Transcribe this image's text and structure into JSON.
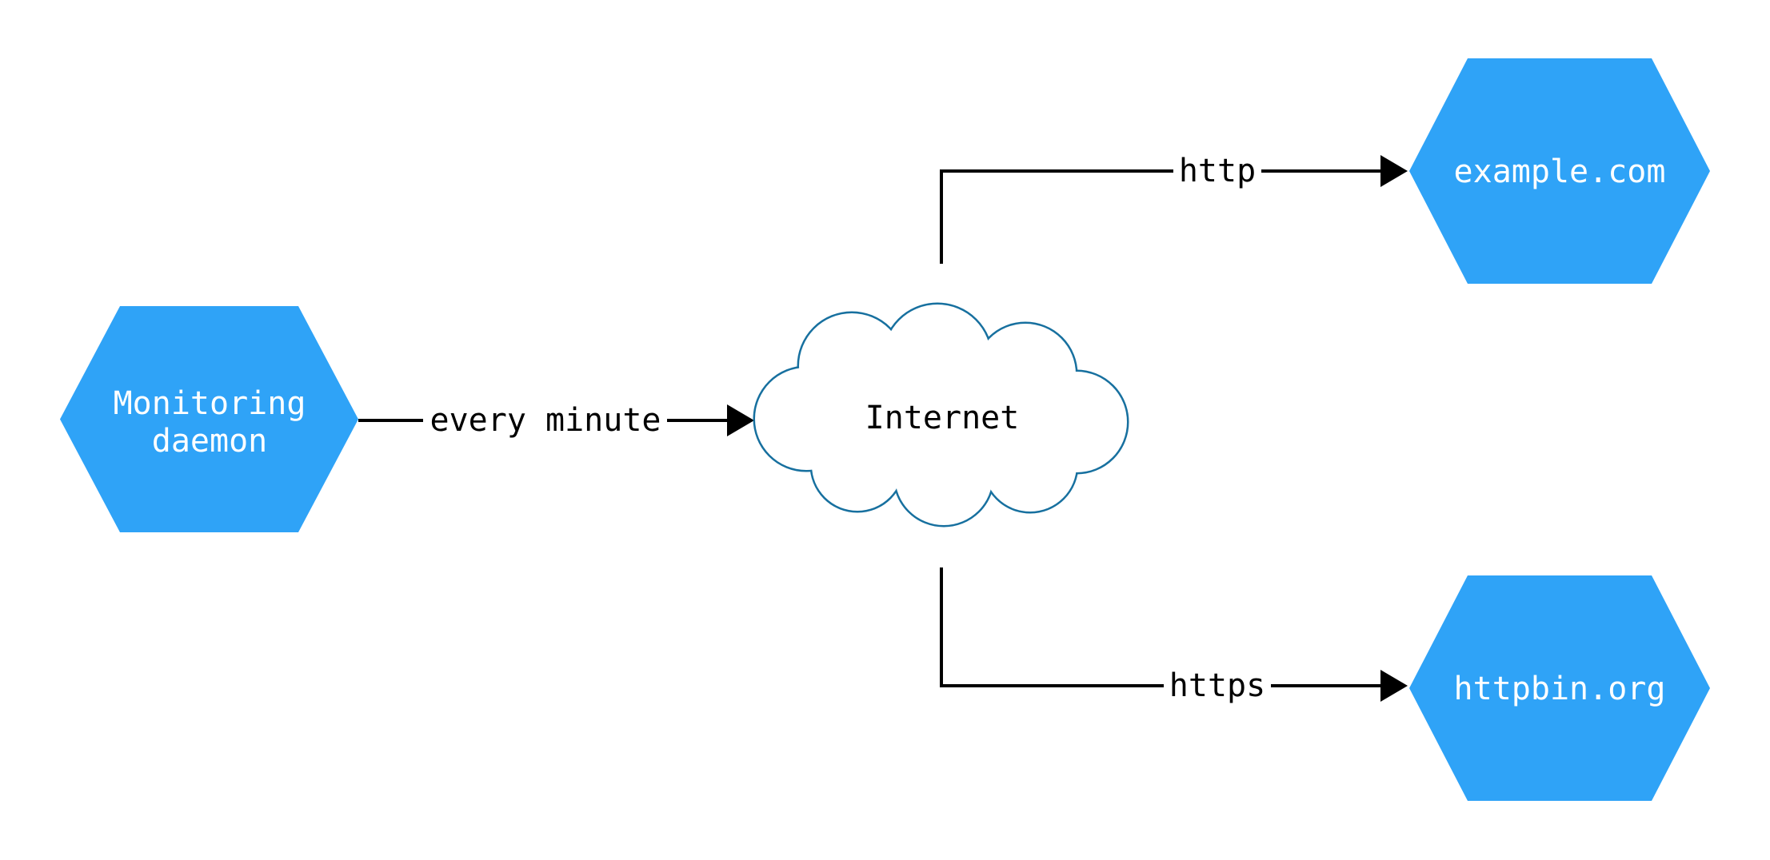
{
  "diagram": {
    "nodes": [
      {
        "id": "monitoring-daemon",
        "shape": "hexagon",
        "label": "Monitoring daemon",
        "lines": [
          "Monitoring",
          "daemon"
        ]
      },
      {
        "id": "internet",
        "shape": "cloud",
        "label": "Internet",
        "lines": [
          "Internet"
        ]
      },
      {
        "id": "example-com",
        "shape": "hexagon",
        "label": "example.com",
        "lines": [
          "example.com"
        ]
      },
      {
        "id": "httpbin-org",
        "shape": "hexagon",
        "label": "httpbin.org",
        "lines": [
          "httpbin.org"
        ]
      }
    ],
    "edges": [
      {
        "from": "monitoring-daemon",
        "to": "internet",
        "label": "every minute"
      },
      {
        "from": "internet",
        "to": "example-com",
        "label": "http"
      },
      {
        "from": "internet",
        "to": "httpbin-org",
        "label": "https"
      }
    ],
    "colors": {
      "background": "#FFFFFF",
      "node_fill": "#2FA3F7",
      "node_text": "#FFFFFF",
      "cloud_fill": "#FFFFFF",
      "cloud_stroke": "#17709F",
      "edge": "#000000",
      "edge_text": "#000000"
    }
  }
}
